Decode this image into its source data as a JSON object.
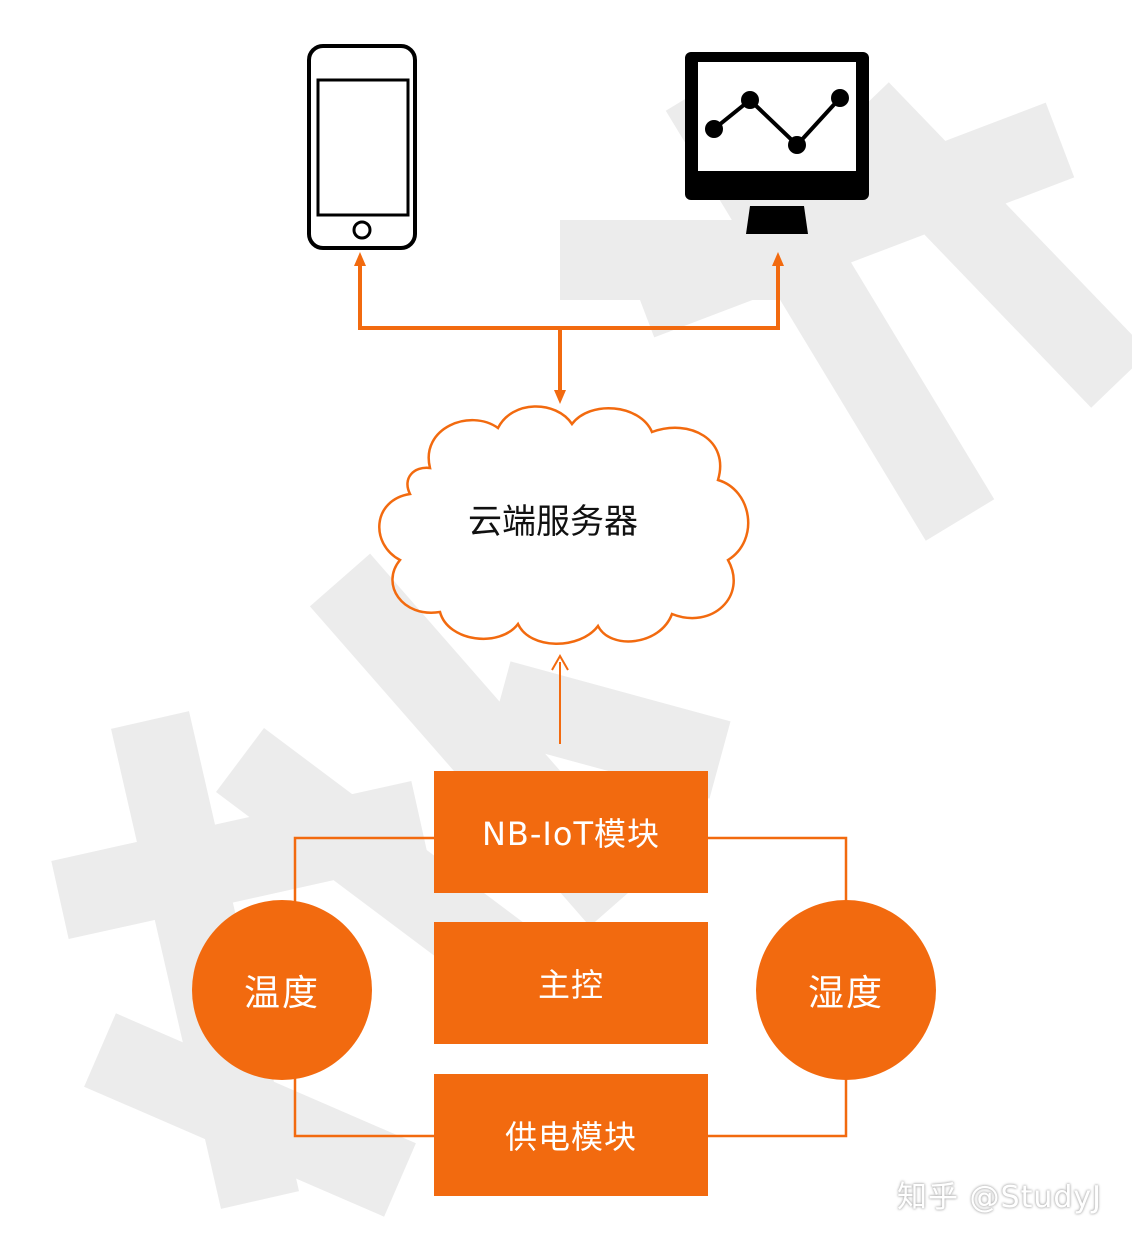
{
  "cloud": {
    "label": "云端服务器"
  },
  "modules": {
    "nbiot": "NB-IoT模块",
    "main_control": "主控",
    "power": "供电模块"
  },
  "sensors": {
    "temperature": "温度",
    "humidity": "湿度"
  },
  "devices": {
    "phone_icon": "smartphone-icon",
    "monitor_icon": "monitor-chart-icon"
  },
  "watermark": "知乎 @StudyJ",
  "colors": {
    "accent": "#f26a0f",
    "background_glyph": "#ececec",
    "icon": "#000000"
  }
}
